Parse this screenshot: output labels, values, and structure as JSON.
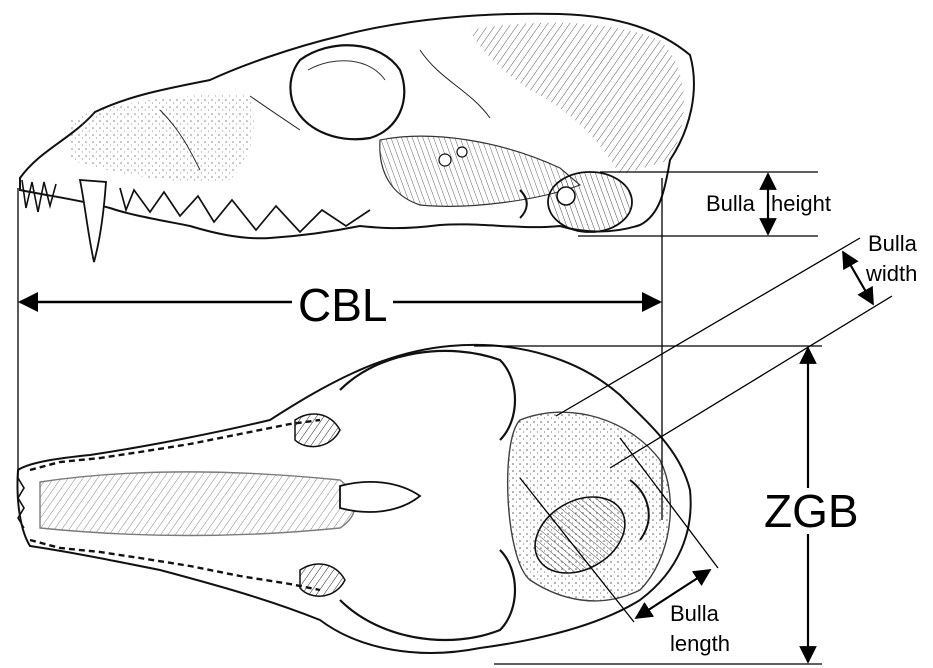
{
  "labels": {
    "cbl": "CBL",
    "zgb": "ZGB",
    "bulla_height": [
      "Bulla",
      "height"
    ],
    "bulla_width": [
      "Bulla",
      "width"
    ],
    "bulla_length": [
      "Bulla",
      "length"
    ]
  },
  "colors": {
    "line": "#000000",
    "background": "#ffffff",
    "sketch": "#1a1a1a"
  }
}
